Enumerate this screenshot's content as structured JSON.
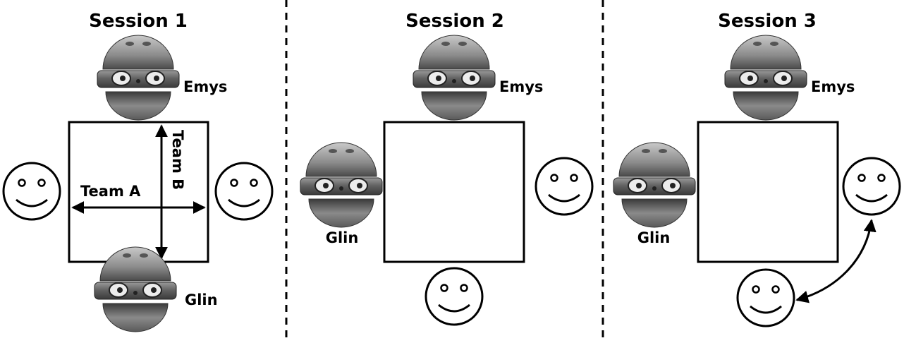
{
  "sessions": [
    {
      "title": "Session 1",
      "robot_top": "Emys",
      "robot_bottom": "Glin",
      "team_a": "Team A",
      "team_b": "Team B"
    },
    {
      "title": "Session 2",
      "robot_top": "Emys",
      "robot_left": "Glin"
    },
    {
      "title": "Session 3",
      "robot_top": "Emys",
      "robot_left": "Glin"
    }
  ],
  "icons": {
    "robot": "robot-head-icon",
    "human": "smiley-face-icon"
  }
}
